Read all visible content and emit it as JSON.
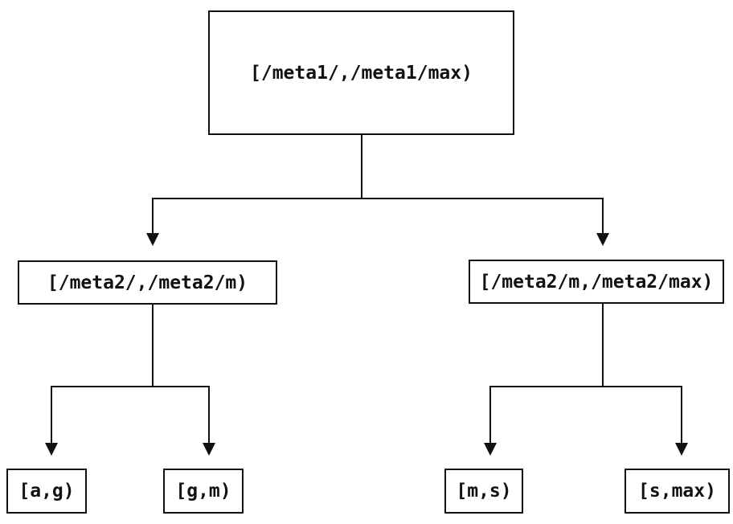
{
  "diagram": {
    "type": "tree",
    "background_color": "#ffffff",
    "line_color": "#111111",
    "text_color": "#111111",
    "nodes": {
      "root": {
        "label": "[/meta1/,/meta1/max)"
      },
      "meta2_low": {
        "label": "[/meta2/,/meta2/m)"
      },
      "meta2_high": {
        "label": "[/meta2/m,/meta2/max)"
      },
      "leaf_a_g": {
        "label": "[a,g)"
      },
      "leaf_g_m": {
        "label": "[g,m)"
      },
      "leaf_m_s": {
        "label": "[m,s)"
      },
      "leaf_s_max": {
        "label": "[s,max)"
      }
    },
    "edges": [
      {
        "from": "root",
        "to": "meta2_low"
      },
      {
        "from": "root",
        "to": "meta2_high"
      },
      {
        "from": "meta2_low",
        "to": "leaf_a_g"
      },
      {
        "from": "meta2_low",
        "to": "leaf_g_m"
      },
      {
        "from": "meta2_high",
        "to": "leaf_m_s"
      },
      {
        "from": "meta2_high",
        "to": "leaf_s_max"
      }
    ]
  }
}
